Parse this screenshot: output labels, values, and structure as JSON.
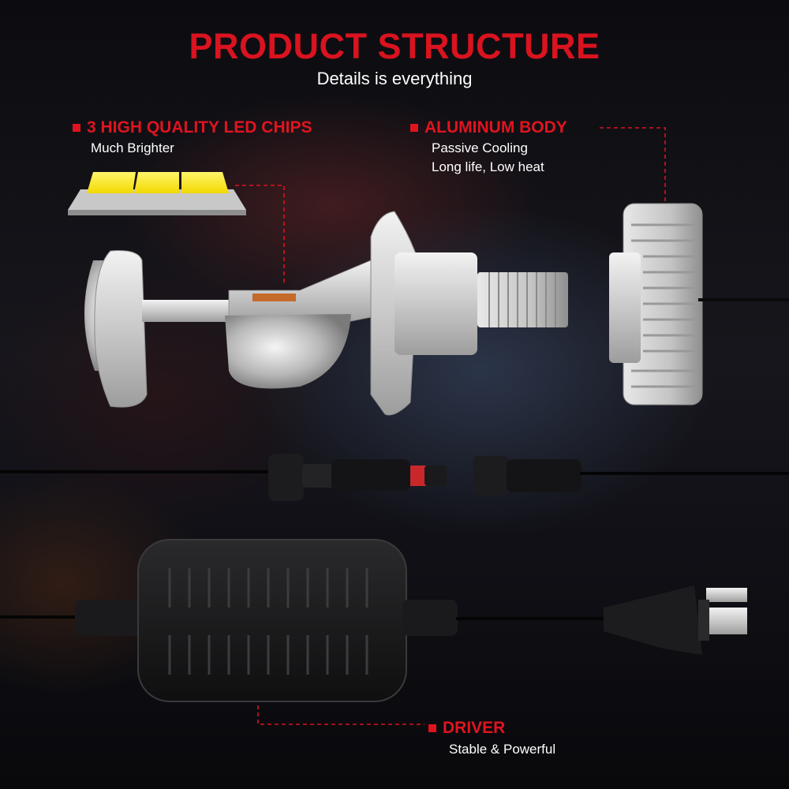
{
  "header": {
    "title": "PRODUCT STRUCTURE",
    "subtitle": "Details is everything"
  },
  "features": {
    "led_chips": {
      "title": "3 HIGH QUALITY LED CHIPS",
      "lines": [
        "Much Brighter"
      ]
    },
    "aluminum_body": {
      "title": "ALUMINUM BODY",
      "lines": [
        "Passive Cooling",
        "Long life, Low heat"
      ]
    },
    "driver": {
      "title": "DRIVER",
      "lines": [
        "Stable & Powerful"
      ]
    }
  },
  "colors": {
    "accent": "#e0141f",
    "text": "#ffffff",
    "background": "#0e0e12"
  }
}
